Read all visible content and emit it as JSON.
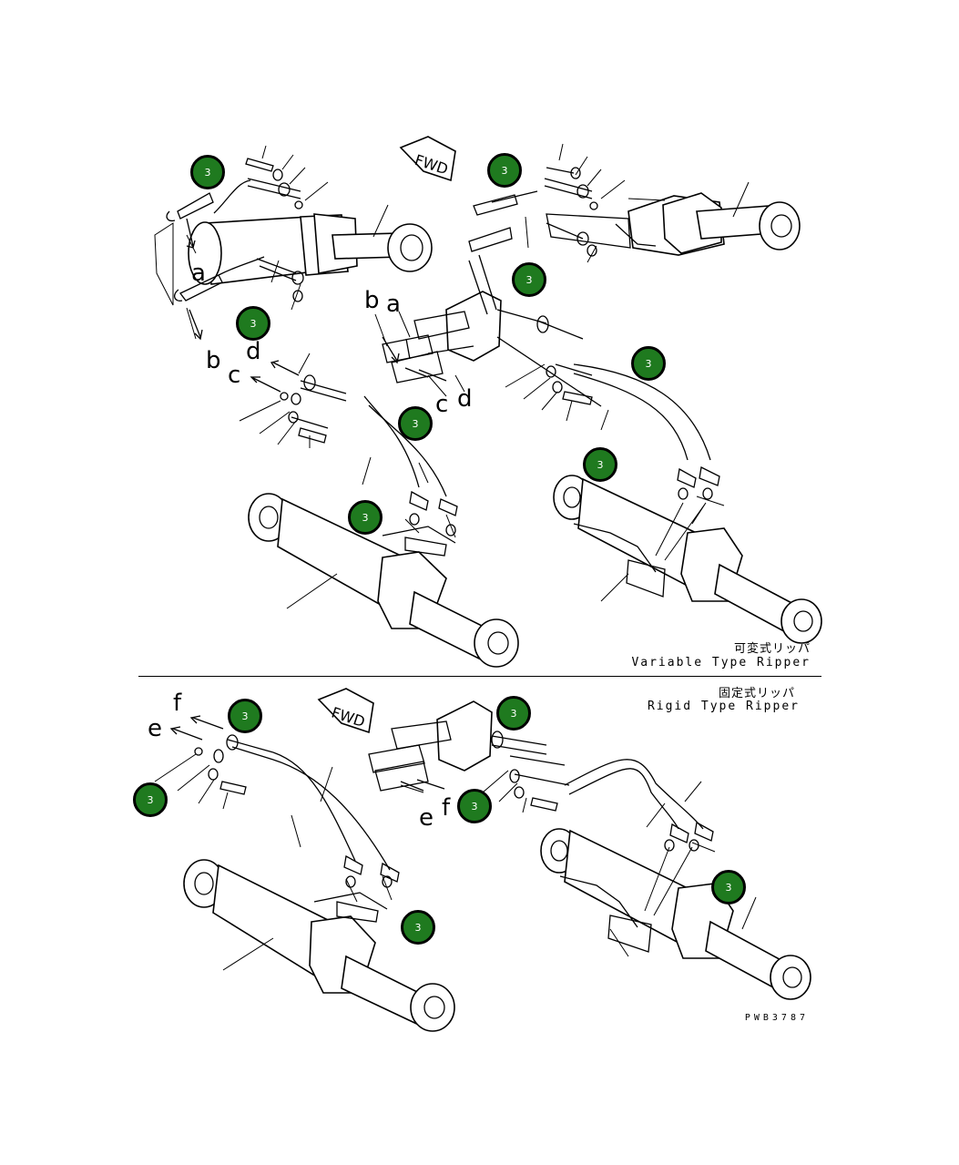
{
  "captions": {
    "variable_jp": "可変式リッパ",
    "variable_en": "Variable Type Ripper",
    "rigid_jp": "固定式リッパ",
    "rigid_en": "Rigid Type Ripper",
    "drawing_no": "PWB3787"
  },
  "fwd_label": "FWD",
  "callout_letters": [
    "a",
    "b",
    "b",
    "a",
    "c",
    "d",
    "d",
    "c",
    "f",
    "e",
    "e",
    "f"
  ],
  "badge_value": "3"
}
